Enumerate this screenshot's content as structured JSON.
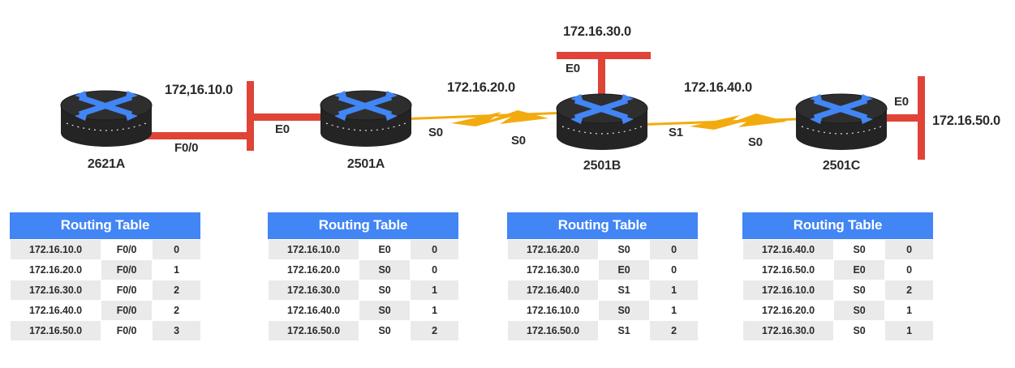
{
  "diagram": {
    "title": "Routing table propagation topology",
    "colors": {
      "ethernet_link": "#DF4437",
      "serial_link": "#F2AB0E",
      "table_header": "#4285F4",
      "router_body": "#2E2E2E",
      "router_arrows": "#4285F4",
      "text": "#2b2b2b",
      "cell_gray": "#eaeaea",
      "cell_white": "#ffffff"
    },
    "routers": [
      {
        "name": "2621A",
        "icon": "router-icon"
      },
      {
        "name": "2501A",
        "icon": "router-icon"
      },
      {
        "name": "2501B",
        "icon": "router-icon"
      },
      {
        "name": "2501C",
        "icon": "router-icon"
      }
    ],
    "networks": [
      {
        "label": "172,16.10.0",
        "type": "ethernet"
      },
      {
        "label": "172.16.20.0",
        "type": "serial"
      },
      {
        "label": "172.16.30.0",
        "type": "ethernet"
      },
      {
        "label": "172.16.40.0",
        "type": "serial"
      },
      {
        "label": "172.16.50.0",
        "type": "ethernet"
      }
    ],
    "interfaces": {
      "r1_lan": "F0/0",
      "r2_lan": "E0",
      "r2_serial": "S0",
      "r3_serial_left": "S0",
      "r3_lan": "E0",
      "r3_serial_right": "S1",
      "r4_serial": "S0",
      "r4_lan": "E0"
    }
  },
  "tables": [
    {
      "header": "Routing Table",
      "rows": [
        {
          "network": "172.16.10.0",
          "interface": "F0/0",
          "metric": "0"
        },
        {
          "network": "172.16.20.0",
          "interface": "F0/0",
          "metric": "1"
        },
        {
          "network": "172.16.30.0",
          "interface": "F0/0",
          "metric": "2"
        },
        {
          "network": "172.16.40.0",
          "interface": "F0/0",
          "metric": "2"
        },
        {
          "network": "172.16.50.0",
          "interface": "F0/0",
          "metric": "3"
        }
      ]
    },
    {
      "header": "Routing Table",
      "rows": [
        {
          "network": "172.16.10.0",
          "interface": "E0",
          "metric": "0"
        },
        {
          "network": "172.16.20.0",
          "interface": "S0",
          "metric": "0"
        },
        {
          "network": "172.16.30.0",
          "interface": "S0",
          "metric": "1"
        },
        {
          "network": "172.16.40.0",
          "interface": "S0",
          "metric": "1"
        },
        {
          "network": "172.16.50.0",
          "interface": "S0",
          "metric": "2"
        }
      ]
    },
    {
      "header": "Routing Table",
      "rows": [
        {
          "network": "172.16.20.0",
          "interface": "S0",
          "metric": "0"
        },
        {
          "network": "172.16.30.0",
          "interface": "E0",
          "metric": "0"
        },
        {
          "network": "172.16.40.0",
          "interface": "S1",
          "metric": "1"
        },
        {
          "network": "172.16.10.0",
          "interface": "S0",
          "metric": "1"
        },
        {
          "network": "172.16.50.0",
          "interface": "S1",
          "metric": "2"
        }
      ]
    },
    {
      "header": "Routing Table",
      "rows": [
        {
          "network": "172.16.40.0",
          "interface": "S0",
          "metric": "0"
        },
        {
          "network": "172.16.50.0",
          "interface": "E0",
          "metric": "0"
        },
        {
          "network": "172.16.10.0",
          "interface": "S0",
          "metric": "2"
        },
        {
          "network": "172.16.20.0",
          "interface": "S0",
          "metric": "1"
        },
        {
          "network": "172.16.30.0",
          "interface": "S0",
          "metric": "1"
        }
      ]
    }
  ]
}
